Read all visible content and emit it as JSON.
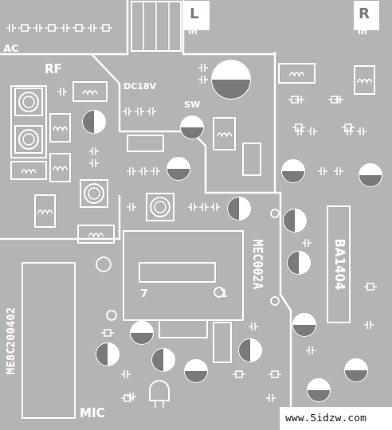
{
  "diagram": {
    "nodes": [
      {
        "text": [
          "L",
          "in"
        ]
      },
      {
        "text": [
          "R",
          "in"
        ]
      },
      {
        "text": [
          "BA1404"
        ]
      }
    ],
    "labels": [
      "AC",
      "RF",
      "DC18V",
      "SW",
      "MEC002A",
      "7",
      "1",
      "ME8C200402",
      "MIC",
      "www.5idzw.com"
    ]
  }
}
